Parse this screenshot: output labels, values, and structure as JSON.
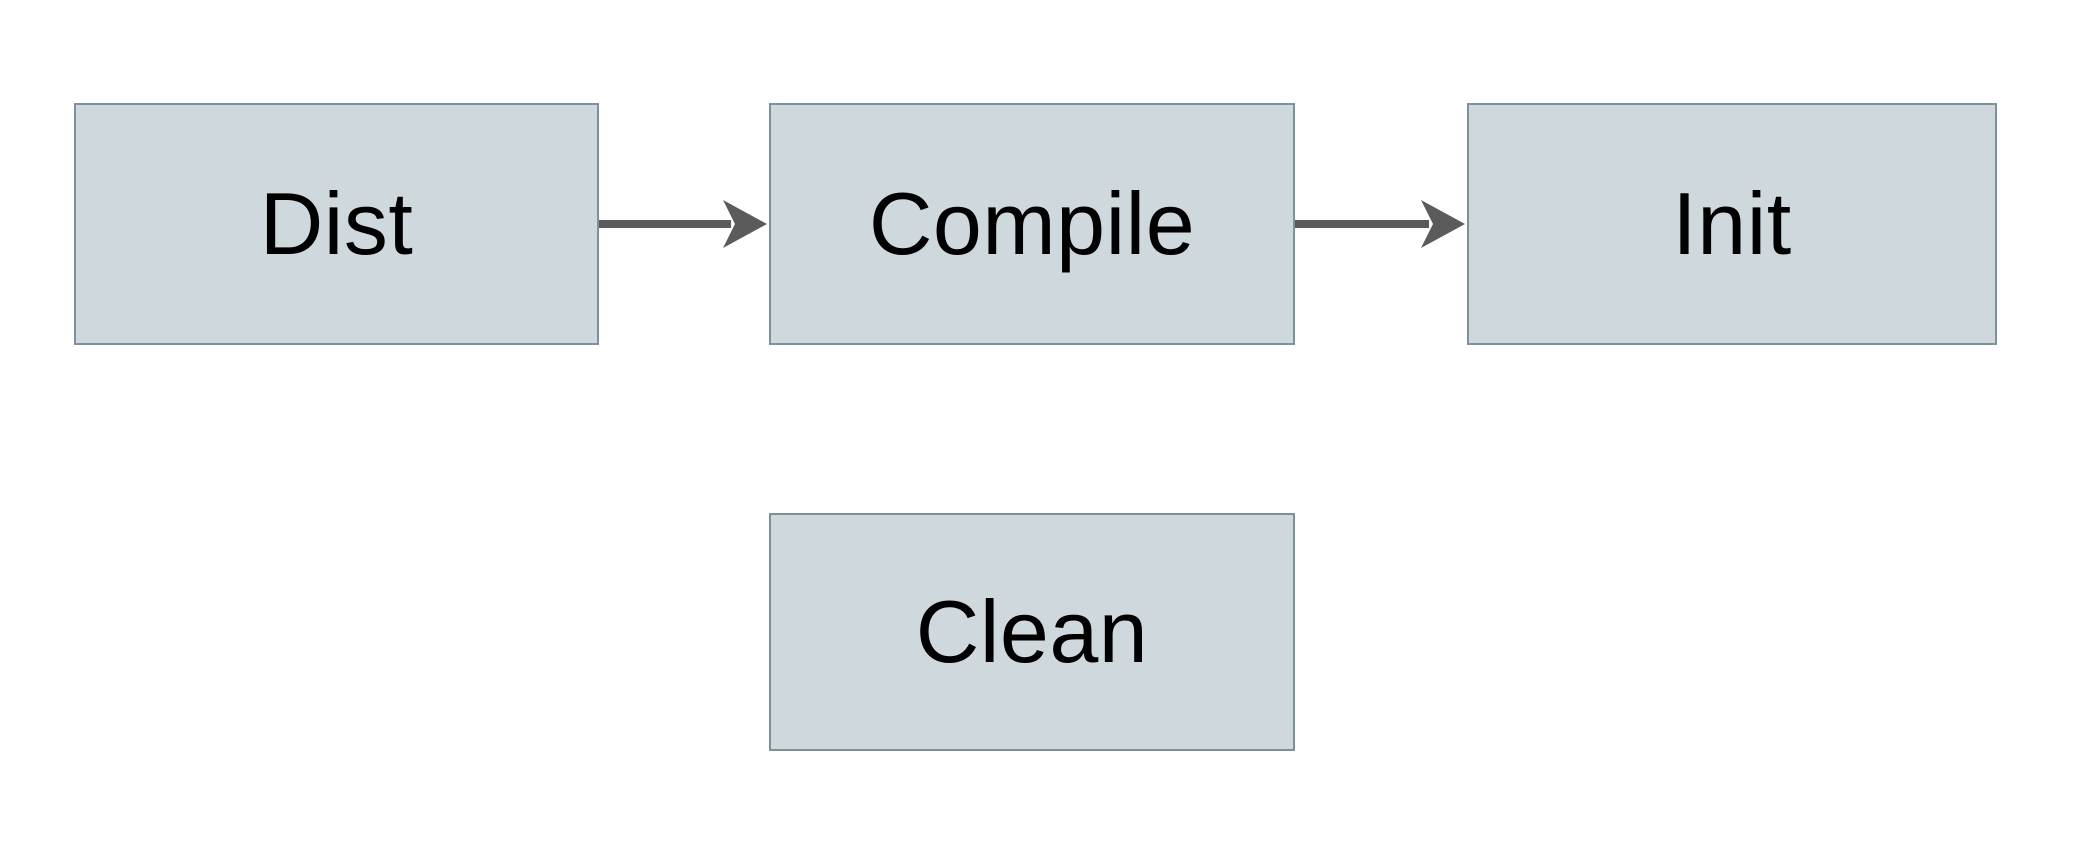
{
  "diagram": {
    "title": "build-targets-flowchart",
    "colors": {
      "background": "#ffffff",
      "node_fill": "#cfd8dc",
      "node_border": "#7b929c",
      "arrow": "#5b5b5b",
      "text": "#000000"
    },
    "nodes": [
      {
        "id": "dist",
        "label": "Dist"
      },
      {
        "id": "compile",
        "label": "Compile"
      },
      {
        "id": "init",
        "label": "Init"
      },
      {
        "id": "clean",
        "label": "Clean"
      }
    ],
    "edges": [
      {
        "from": "Dist",
        "to": "Compile",
        "style": "arrow-right"
      },
      {
        "from": "Compile",
        "to": "Init",
        "style": "arrow-right"
      }
    ]
  }
}
